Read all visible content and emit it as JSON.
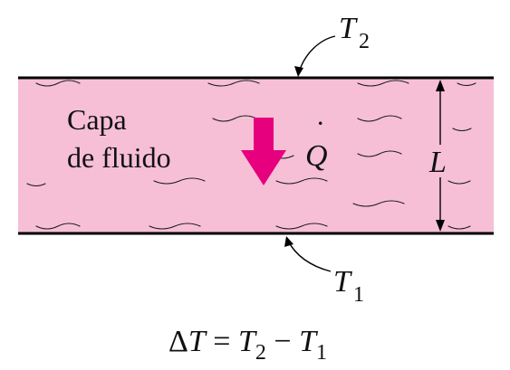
{
  "diagram": {
    "fluid_layer_label_line1": "Capa",
    "fluid_layer_label_line2": "de fluido",
    "top_temperature": {
      "symbol": "T",
      "subscript": "2"
    },
    "bottom_temperature": {
      "symbol": "T",
      "subscript": "1"
    },
    "heat_flow": {
      "symbol": "Q",
      "dot": "˙"
    },
    "thickness": {
      "symbol": "L"
    },
    "equation": {
      "delta": "Δ",
      "lhs": "T",
      "equals": " = ",
      "t2": "T",
      "t2_sub": "2",
      "minus": " − ",
      "t1": "T",
      "t1_sub": "1"
    },
    "colors": {
      "fluid_fill": "#f6bfd6",
      "heat_arrow": "#e6007e",
      "plate_line": "#000000"
    }
  }
}
